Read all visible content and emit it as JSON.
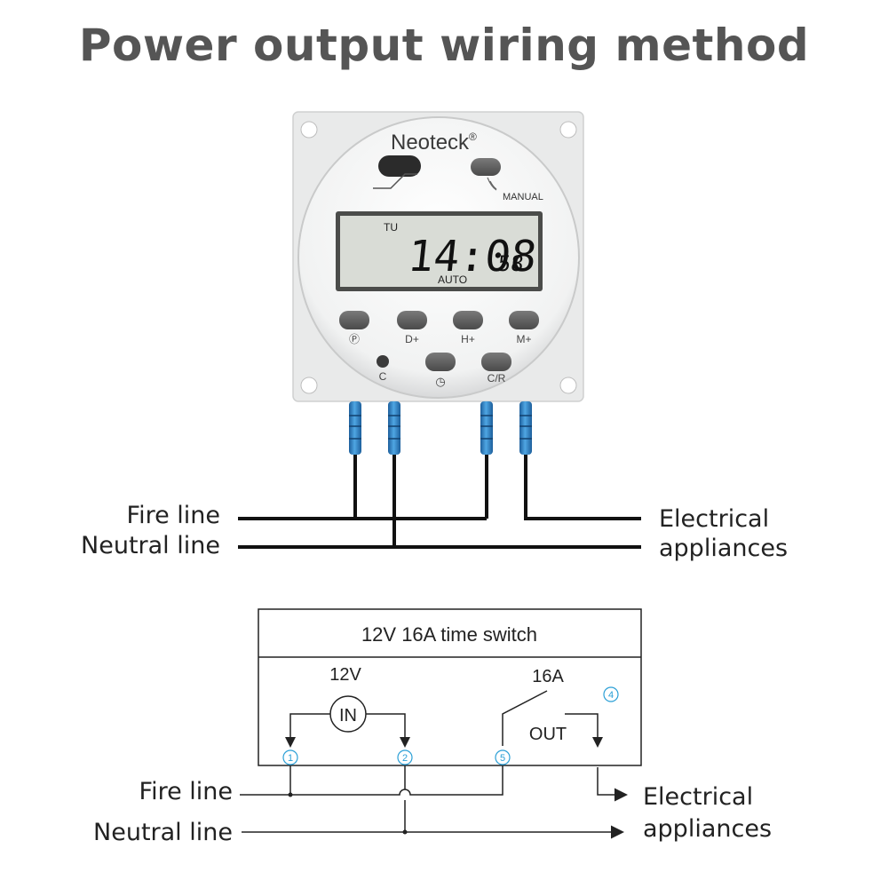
{
  "title": "Power output wiring method",
  "device": {
    "brand": "Neoteck",
    "registered": "®",
    "manual_label": "MANUAL",
    "lcd": {
      "day": "TU",
      "time": "14:08",
      "seconds": "58",
      "mode": "AUTO"
    },
    "buttons_row1": [
      "Ⓟ",
      "D+",
      "H+",
      "M+"
    ],
    "reset_label": "C",
    "clock_label": "◷",
    "cr_label": "C/R"
  },
  "wiring_photo": {
    "fire_line": "Fire line",
    "neutral_line": "Neutral line",
    "appliance_line1": "Electrical",
    "appliance_line2": "appliances"
  },
  "schematic": {
    "box_title": "12V 16A time switch",
    "voltage": "12V",
    "input": "IN",
    "current": "16A",
    "output": "OUT",
    "terminals": [
      "1",
      "2",
      "5",
      "4"
    ],
    "fire_line": "Fire line",
    "neutral_line": "Neutral line",
    "appliance_line1": "Electrical",
    "appliance_line2": "appliances"
  },
  "colors": {
    "title": "#555555",
    "terminal_number": "#2a9fd6",
    "connector": "#2e86c9",
    "wire": "#111111",
    "lcd_background": "#d9dcd6"
  }
}
